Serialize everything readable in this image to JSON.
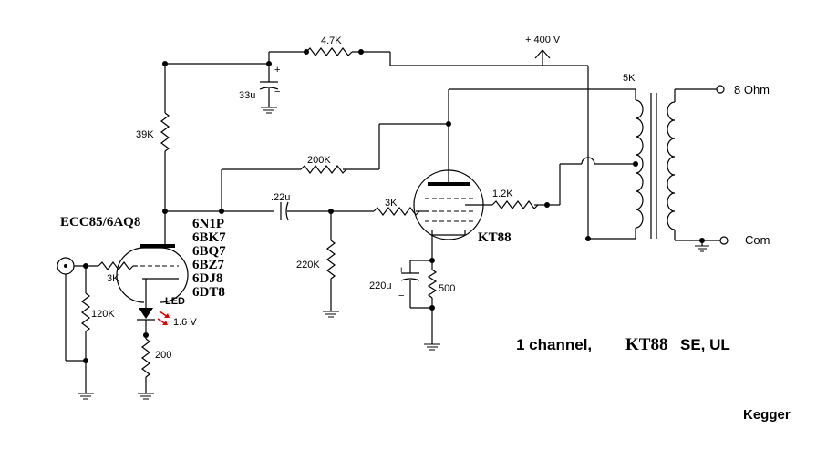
{
  "supply": {
    "voltage": "+ 400 V"
  },
  "resistors": {
    "r_dropper": "4.7K",
    "r_plate": "39K",
    "r_feedback": "200K",
    "r_grid_stopper_in": "3K",
    "r_input": "120K",
    "r_led": "200",
    "r_grid_leak": "220K",
    "r_grid_stopper_out": "3K",
    "r_screen": "1.2K",
    "r_cathode": "500"
  },
  "capacitors": {
    "c_filter": "33u",
    "c_coupling": ".22u",
    "c_cathode": "220u"
  },
  "led": {
    "label": "LED",
    "voltage": "1.6 V"
  },
  "driver_tube": {
    "name": "ECC85/6AQ8",
    "alternates": [
      "6N1P",
      "6BK7",
      "6BQ7",
      "6BZ7",
      "6DJ8",
      "6DT8"
    ]
  },
  "output_tube": {
    "name": "KT88"
  },
  "transformer": {
    "primary": "5K",
    "secondary_top": "8 Ohm",
    "secondary_bottom": "Com"
  },
  "caption": {
    "prefix": "1 channel,",
    "tube": "KT88",
    "suffix": "SE, UL"
  },
  "author": "Kegger",
  "colors": {
    "led_arrows": "#e00000",
    "ink": "#000000"
  }
}
